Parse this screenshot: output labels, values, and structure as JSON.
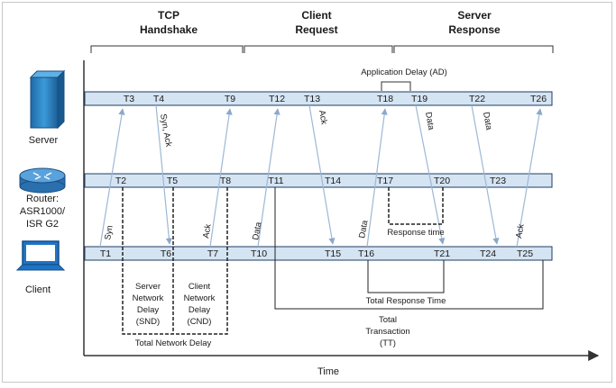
{
  "phases": {
    "handshake": [
      "TCP",
      "Handshake"
    ],
    "request": [
      "Client",
      "Request"
    ],
    "response": [
      "Server",
      "Response"
    ]
  },
  "devices": {
    "server": "Server",
    "router": [
      "Router:",
      "ASR1000/",
      "ISR G2"
    ],
    "client": "Client"
  },
  "timestamps": {
    "server": [
      "T3",
      "T4",
      "T9",
      "T12",
      "T13",
      "T18",
      "T19",
      "T22",
      "T26"
    ],
    "router": [
      "T2",
      "T5",
      "T8",
      "T11",
      "T14",
      "T17",
      "T20",
      "T23"
    ],
    "client": [
      "T1",
      "T6",
      "T7",
      "T10",
      "T15",
      "T16",
      "T21",
      "T24",
      "T25"
    ]
  },
  "messages": [
    "Syn",
    "Syn, Ack",
    "Ack",
    "Data",
    "Ack",
    "Data",
    "Data",
    "Data",
    "Ack"
  ],
  "annotations": {
    "application_delay": "Application Delay (AD)",
    "response_time": "Response time",
    "snd": [
      "Server",
      "Network",
      "Delay",
      "(SND)"
    ],
    "cnd": [
      "Client",
      "Network",
      "Delay",
      "(CND)"
    ],
    "total_network_delay": "Total Network Delay",
    "total_response_time": "Total Response Time",
    "total_transaction": [
      "Total",
      "Transaction",
      "(TT)"
    ]
  },
  "axis_label": "Time",
  "colors": {
    "lane_fill": "#d5e4f2",
    "lane_stroke": "#1f3d63",
    "arrow": "#9db8d6",
    "server_blue": "#2e86c8",
    "router_blue": "#2f7fbf",
    "laptop_blue": "#1f73c4"
  }
}
